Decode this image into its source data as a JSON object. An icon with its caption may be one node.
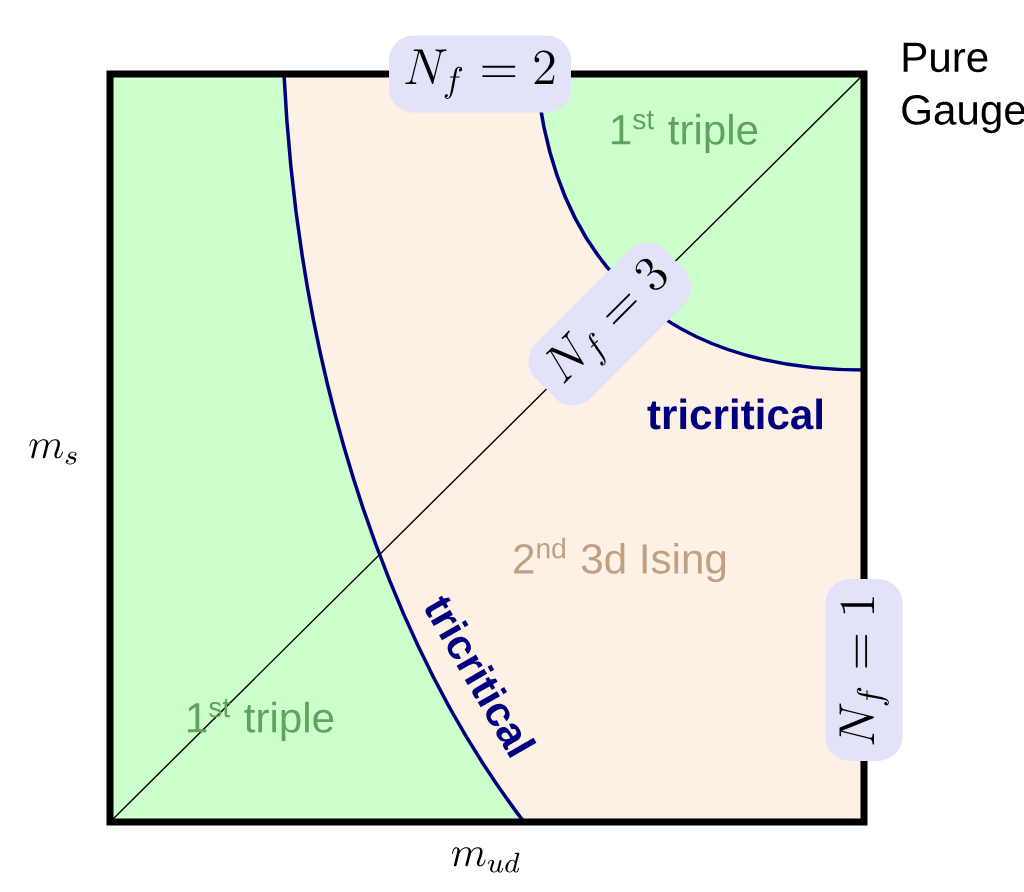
{
  "diagram": {
    "nodes": [
      {
        "text": [
          "N_f = 2"
        ]
      },
      {
        "text": [
          "N_f = 3"
        ]
      },
      {
        "text": [
          "N_f = 1"
        ]
      }
    ],
    "labels": [
      "Pure Gauge",
      "1$^{st}$ triple",
      "tricritical",
      "m_s",
      "2$^{nd}$ 3d Ising",
      "tricritical",
      "1$^{st}$ triple",
      "m_{ud}"
    ]
  }
}
